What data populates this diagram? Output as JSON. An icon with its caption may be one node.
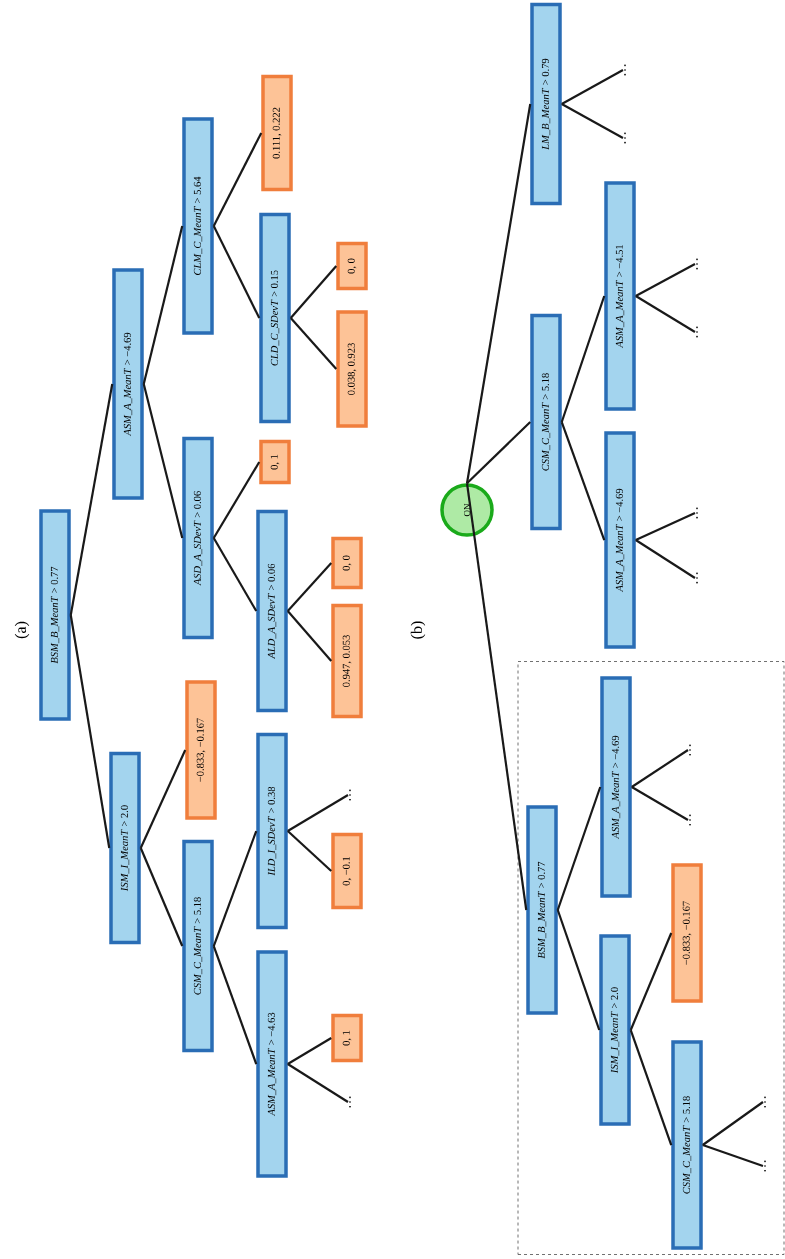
{
  "diagram": {
    "nodes": [
      {
        "text": [
          "*BSM_B_MeanT* > 0.77"
        ]
      },
      {
        "text": [
          "*ISM_I_MeanT* > 2.0"
        ]
      },
      {
        "text": [
          "*ASM_A_MeanT* > −4.69"
        ]
      },
      {
        "text": [
          "*CSM_C_MeanT* > 5.18"
        ]
      },
      {
        "text": [
          "−0.833, −0.167"
        ]
      },
      {
        "text": [
          "*ASD_A_SDevT* > 0.06"
        ]
      },
      {
        "text": [
          "*CLM_C_MeanT* > 5.64"
        ]
      },
      {
        "text": [
          "*ASM_A_MeanT* > −4.63"
        ]
      },
      {
        "text": [
          "*ILD_I_SDevT* > 0.38"
        ]
      },
      {
        "text": [
          "*ALD_A_SDevT* > 0.06"
        ]
      },
      {
        "text": [
          "0, 1"
        ]
      },
      {
        "text": [
          "*CLD_C_SDevT* > 0.15"
        ]
      },
      {
        "text": [
          "0.111, 0.222"
        ]
      },
      {
        "text": [
          "0, 1"
        ]
      },
      {
        "text": [
          "…"
        ]
      },
      {
        "text": [
          "0, −0.1"
        ]
      },
      {
        "text": [
          "…"
        ]
      },
      {
        "text": [
          "0.947, 0.053"
        ]
      },
      {
        "text": [
          "0, 0"
        ]
      },
      {
        "text": [
          "0.038, 0.923"
        ]
      },
      {
        "text": [
          "0, 0"
        ]
      },
      {
        "text": [
          "ON"
        ]
      },
      {
        "text": [
          "*LM_B_MeanT* > 0.79"
        ]
      },
      {
        "text": [
          "…"
        ]
      },
      {
        "text": [
          "…"
        ]
      },
      {
        "text": [
          "*CSM_C_MeanT* > 5.18"
        ]
      },
      {
        "text": [
          "*ASM_A_MeanT* > −4.51"
        ]
      },
      {
        "text": [
          "…"
        ]
      },
      {
        "text": [
          "…"
        ]
      },
      {
        "text": [
          "*ASM_A_MeanT* > −4.69"
        ]
      },
      {
        "text": [
          "…"
        ]
      },
      {
        "text": [
          "…"
        ]
      },
      {
        "text": [],
        "shape": "box"
      },
      {
        "text": [
          "*BSM_B_MeanT* > 0.77"
        ],
        "in": 32
      },
      {
        "text": [
          "*ASM_A_MeanT* > −4.69"
        ],
        "in": 32
      },
      {
        "text": [
          "…"
        ],
        "in": 32
      },
      {
        "text": [
          "…"
        ],
        "in": 32
      },
      {
        "text": [
          "*ISM_I_MeanT* > 2.0"
        ],
        "in": 32
      },
      {
        "text": [
          "−0.833, −0.167"
        ],
        "in": 32
      },
      {
        "text": [
          "*CSM_C_MeanT* > 5.18"
        ],
        "in": 32
      },
      {
        "text": [
          "…"
        ],
        "in": 32
      },
      {
        "text": [
          "…"
        ],
        "in": 32
      }
    ],
    "edges": [
      {
        "from": 0,
        "to": 1,
        "arrow": "none"
      },
      {
        "from": 0,
        "to": 2,
        "arrow": "none"
      },
      {
        "from": 1,
        "to": 3,
        "arrow": "none"
      },
      {
        "from": 1,
        "to": 4,
        "arrow": "none"
      },
      {
        "from": 3,
        "to": 7,
        "arrow": "none"
      },
      {
        "from": 3,
        "to": 8,
        "arrow": "none"
      },
      {
        "from": 7,
        "to": 13,
        "arrow": "none"
      },
      {
        "from": 7,
        "to": 14,
        "arrow": "none"
      },
      {
        "from": 8,
        "to": 15,
        "arrow": "none"
      },
      {
        "from": 8,
        "to": 16,
        "arrow": "none"
      },
      {
        "from": 2,
        "to": 5,
        "arrow": "none"
      },
      {
        "from": 2,
        "to": 6,
        "arrow": "none"
      },
      {
        "from": 5,
        "to": 9,
        "arrow": "none"
      },
      {
        "from": 5,
        "to": 10,
        "arrow": "none"
      },
      {
        "from": 9,
        "to": 17,
        "arrow": "none"
      },
      {
        "from": 9,
        "to": 18,
        "arrow": "none"
      },
      {
        "from": 6,
        "to": 11,
        "arrow": "none"
      },
      {
        "from": 6,
        "to": 12,
        "arrow": "none"
      },
      {
        "from": 11,
        "to": 19,
        "arrow": "none"
      },
      {
        "from": 11,
        "to": 20,
        "arrow": "none"
      },
      {
        "from": 21,
        "to": 22,
        "arrow": "none"
      },
      {
        "from": 21,
        "to": 25,
        "arrow": "none"
      },
      {
        "from": 21,
        "to": 33,
        "arrow": "none"
      },
      {
        "from": 22,
        "to": 23,
        "arrow": "none"
      },
      {
        "from": 22,
        "to": 24,
        "arrow": "none"
      },
      {
        "from": 25,
        "to": 26,
        "arrow": "none"
      },
      {
        "from": 25,
        "to": 29,
        "arrow": "none"
      },
      {
        "from": 26,
        "to": 27,
        "arrow": "none"
      },
      {
        "from": 26,
        "to": 28,
        "arrow": "none"
      },
      {
        "from": 29,
        "to": 30,
        "arrow": "none"
      },
      {
        "from": 29,
        "to": 31,
        "arrow": "none"
      },
      {
        "from": 33,
        "to": 34,
        "arrow": "none"
      },
      {
        "from": 33,
        "to": 37,
        "arrow": "none"
      },
      {
        "from": 34,
        "to": 35,
        "arrow": "none"
      },
      {
        "from": 34,
        "to": 36,
        "arrow": "none"
      },
      {
        "from": 37,
        "to": 38,
        "arrow": "none"
      },
      {
        "from": 37,
        "to": 39,
        "arrow": "none"
      },
      {
        "from": 39,
        "to": 40,
        "arrow": "none"
      },
      {
        "from": 39,
        "to": 41,
        "arrow": "none"
      }
    ],
    "labels": [
      "(a)",
      "(b)"
    ]
  }
}
